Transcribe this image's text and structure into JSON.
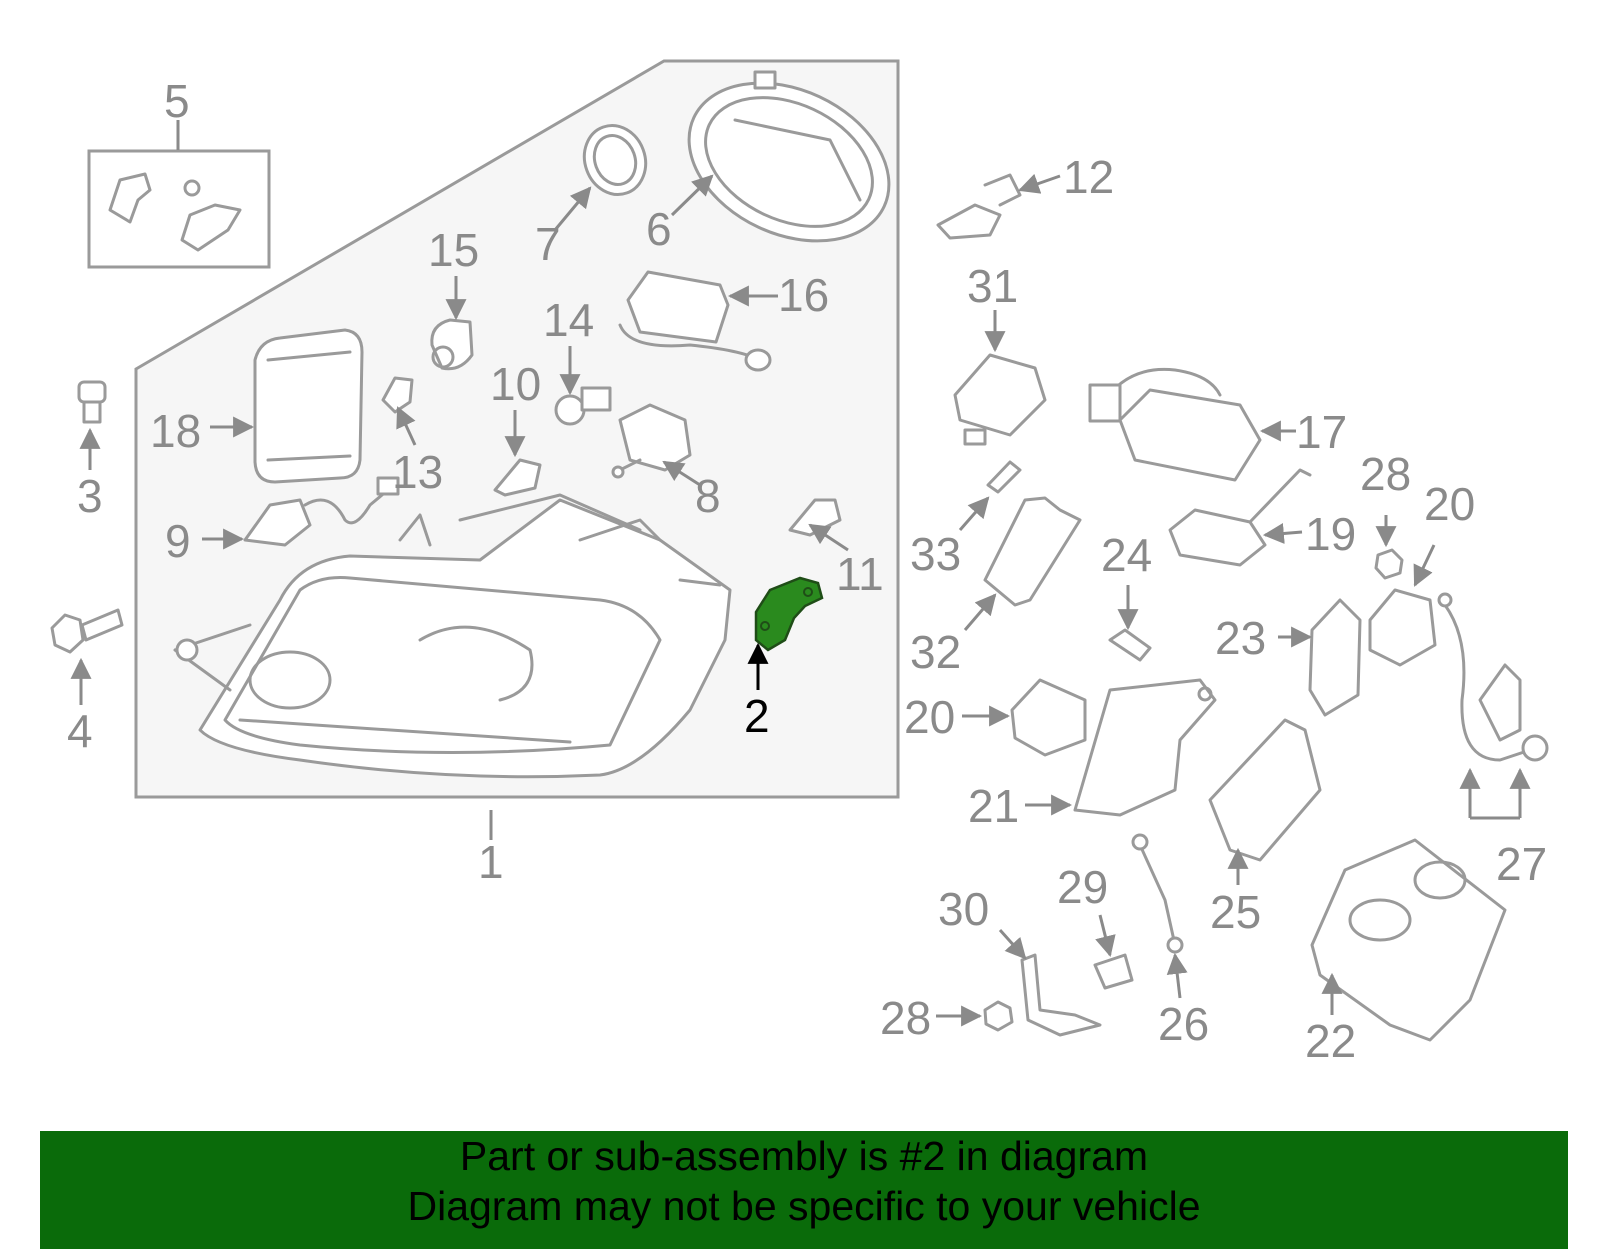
{
  "colors": {
    "line": "#9a9a9a",
    "label": "#8a8a8a",
    "highlight_part": "#2a8a1e",
    "banner_bg": "#0a6b0a"
  },
  "callouts": {
    "c1": "1",
    "c2": "2",
    "c3": "3",
    "c4": "4",
    "c5": "5",
    "c6": "6",
    "c7": "7",
    "c8": "8",
    "c9": "9",
    "c10": "10",
    "c11": "11",
    "c12": "12",
    "c13": "13",
    "c14": "14",
    "c15": "15",
    "c16": "16",
    "c17": "17",
    "c18": "18",
    "c19": "19",
    "c20a": "20",
    "c20b": "20",
    "c21": "21",
    "c22": "22",
    "c23": "23",
    "c24": "24",
    "c25": "25",
    "c26": "26",
    "c27": "27",
    "c28a": "28",
    "c28b": "28",
    "c29": "29",
    "c30": "30",
    "c31": "31",
    "c32": "32",
    "c33": "33"
  },
  "highlighted_part": "2",
  "banner": {
    "line1": "Part or sub-assembly is #2 in diagram",
    "line2": "Diagram may not be specific to your vehicle"
  }
}
